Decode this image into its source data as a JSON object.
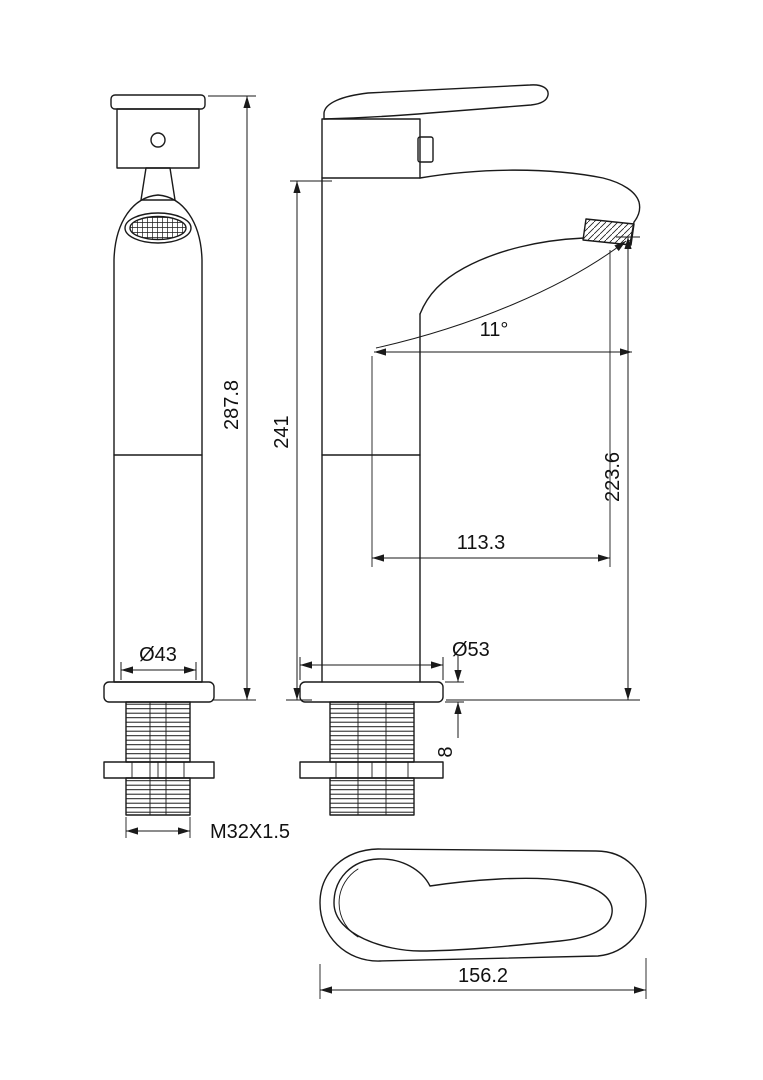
{
  "drawing": {
    "background_color": "#ffffff",
    "line_color": "#1a1a1a"
  },
  "dimensions": {
    "overall_height": "287.8",
    "height_to_spout_top": "241",
    "height_to_outlet": "223.6",
    "spout_angle": "11°",
    "spout_reach": "113.3",
    "front_base_diameter": "Ø43",
    "side_base_diameter": "Ø53",
    "base_plate_thickness": "8",
    "mounting_thread": "M32X1.5",
    "handle_length": "156.2"
  }
}
